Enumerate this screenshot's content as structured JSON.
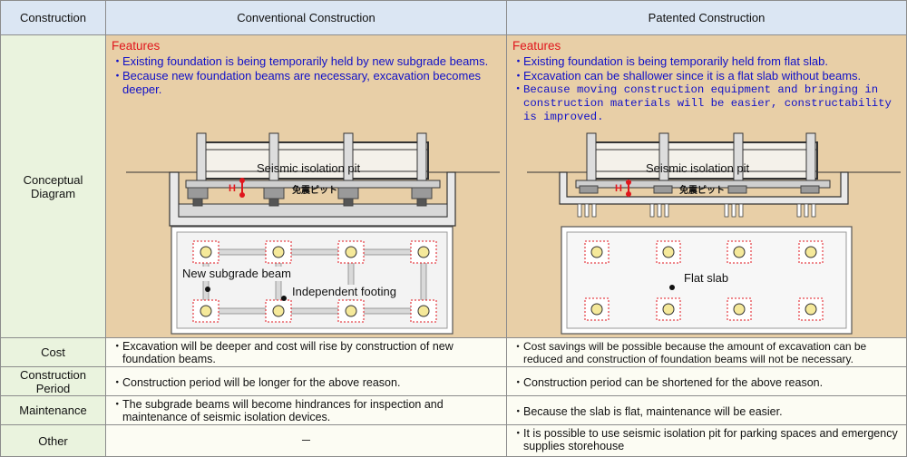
{
  "headers": {
    "construction": "Construction",
    "conventional": "Conventional Construction",
    "patented": "Patented Construction"
  },
  "rows": {
    "conceptual_diagram": "Conceptual Diagram",
    "cost": "Cost",
    "construction_period": "Construction Period",
    "maintenance": "Maintenance",
    "other": "Other"
  },
  "conventional": {
    "features_title": "Features",
    "features": [
      "Existing foundation is being temporarily held by new subgrade beams.",
      "Because new foundation beams are necessary, excavation becomes deeper."
    ],
    "diagram": {
      "pit_label": "Seismic isolation pit",
      "pit_label_jp": "免震ピット",
      "h_label": "H",
      "beam_label": "New subgrade beam",
      "footing_label": "Independent footing"
    },
    "cost": "Excavation will be deeper and cost will rise by construction of new foundation beams.",
    "period": "Construction period will be longer for the above reason.",
    "maintenance": "The subgrade beams will become hindrances for inspection and maintenance of seismic isolation devices.",
    "other": "－"
  },
  "patented": {
    "features_title": "Features",
    "features": [
      "Existing foundation is being temporarily held from flat slab.",
      "Excavation can be shallower since it is a flat slab without beams.",
      "Because moving construction equipment and bringing in construction materials will be easier, constructability is improved."
    ],
    "diagram": {
      "pit_label": "Seismic isolation pit",
      "pit_label_jp": "免震ピット",
      "h_label": "H",
      "slab_label": "Flat slab"
    },
    "cost": "Cost savings will be possible because the amount of excavation can be reduced and construction of foundation beams will not be necessary.",
    "period": "Construction period can be shortened for the above reason.",
    "maintenance": "Because the slab is flat, maintenance will be easier.",
    "other": "It is possible to use seismic isolation pit for parking spaces and emergency supplies storehouse"
  },
  "bullet": "・",
  "colors": {
    "header_bg": "#dbe6f3",
    "label_bg": "#eaf3de",
    "panel_bg": "#e8cfa7",
    "features_title": "#e0161c",
    "features_text": "#1010c8",
    "marker_red": "#e0161c"
  }
}
